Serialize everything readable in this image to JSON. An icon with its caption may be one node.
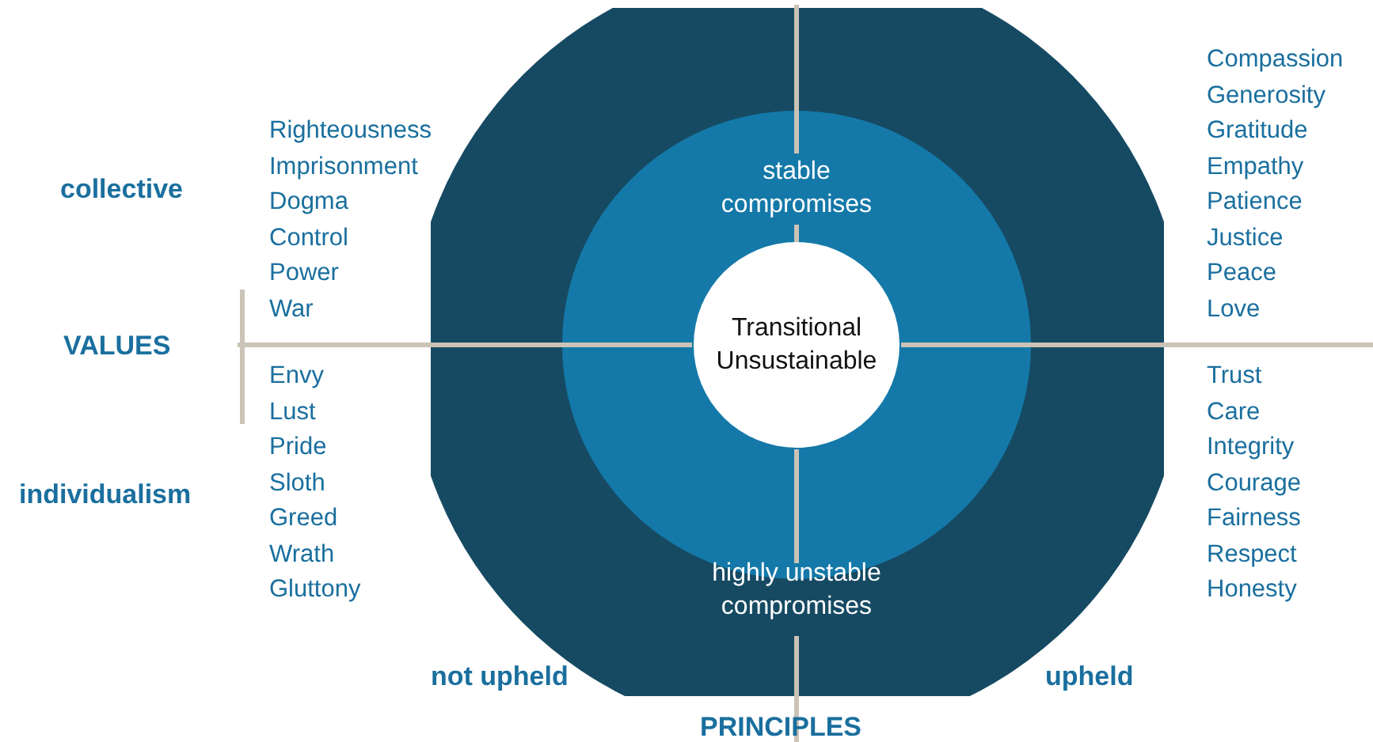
{
  "diagram": {
    "nodes": [
      {
        "text": [],
        "shape": "circle"
      },
      {
        "text": [
          "stable compromises",
          "highly unstable compromises"
        ],
        "in": 0
      },
      {
        "text": [
          "Transitional Unsustainable"
        ],
        "in": 1
      }
    ],
    "labels": [
      "Righteousness",
      "Imprisonment",
      "Dogma",
      "Control",
      "Power",
      "War",
      "Compassion",
      "Generosity",
      "Gratitude",
      "Empathy",
      "Patience",
      "Justice",
      "Peace",
      "Love",
      "collective",
      "VALUES",
      "individualism",
      "Envy",
      "Lust",
      "Pride",
      "Sloth",
      "Greed",
      "Wrath",
      "Gluttony",
      "Trust",
      "Care",
      "Integrity",
      "Courage",
      "Fairness",
      "Respect",
      "Honesty",
      "not upheld",
      "upheld",
      "PRINCIPLES"
    ]
  }
}
